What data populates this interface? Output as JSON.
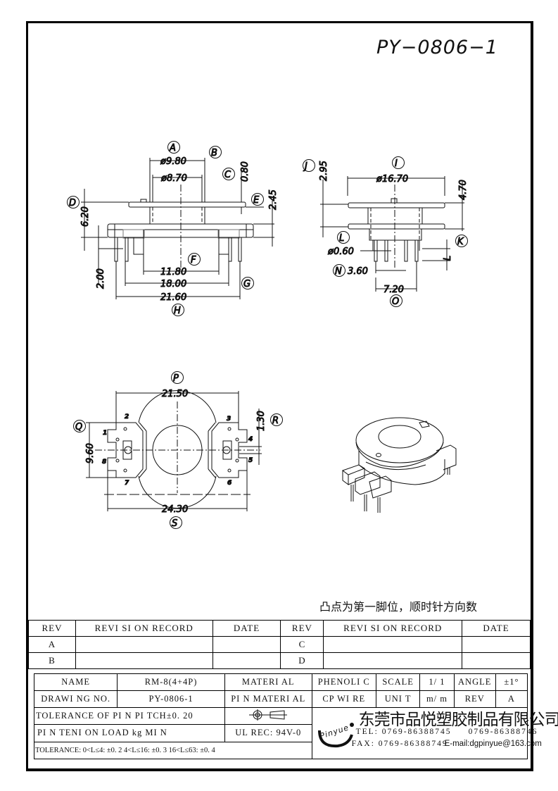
{
  "drawing_number_title": "PY−0806−1",
  "front_view": {
    "labels": {
      "A": "A",
      "B": "B",
      "C": "C",
      "D": "D",
      "E": "E",
      "F": "F",
      "G": "G",
      "H": "H"
    },
    "dims": {
      "A": "ø9.80",
      "B": "ø8.70",
      "C": "0.80",
      "D": "6.20",
      "E": "2.45",
      "F": "11.80",
      "G": "18.00",
      "H": "21.60",
      "pin_len": "2.00"
    }
  },
  "side_view": {
    "labels": {
      "I": "I",
      "J": "J",
      "K": "K",
      "L": "L",
      "N": "N",
      "O": "O",
      "Lvar": "L"
    },
    "dims": {
      "I": "ø16.70",
      "J": "2.95",
      "K": "4.70",
      "pin_dia": "ø0.60",
      "N": "3.60",
      "O": "7.20"
    }
  },
  "bottom_view": {
    "labels": {
      "P": "P",
      "Q": "Q",
      "R": "R",
      "S": "S"
    },
    "dims": {
      "P": "21.50",
      "Q": "9.60",
      "R": "1.30",
      "S": "24.30"
    },
    "pin_numbers": [
      "1",
      "2",
      "3",
      "4",
      "5",
      "6",
      "7",
      "8"
    ]
  },
  "note": "凸点为第一脚位，顺时针方向数",
  "revision_table": {
    "headers": [
      "REV",
      "REVI SI ON  RECORD",
      "DATE",
      "REV",
      "REVI SI ON  RECORD",
      "DATE"
    ],
    "rows": [
      {
        "rev1": "A",
        "record1": "",
        "date1": "",
        "rev2": "C",
        "record2": "",
        "date2": ""
      },
      {
        "rev1": "B",
        "record1": "",
        "date1": "",
        "rev2": "D",
        "record2": "",
        "date2": ""
      }
    ]
  },
  "title_block": {
    "name_label": "NAME",
    "name_value": "RM-8(4+4P)",
    "material_label": "MATERI AL",
    "material_value": "PHENOLI C",
    "scale_label": "SCALE",
    "scale_value": "1/ 1",
    "angle_label": "ANGLE",
    "angle_value": "±1°",
    "drawing_no_label": "DRAWI NG NO.",
    "drawing_no_value": "PY-0806-1",
    "pin_material_label": "PI N MATERI AL",
    "pin_material_value": "CP  WI RE",
    "unit_label": "UNI T",
    "unit_value": "m/ m",
    "rev_label": "REV",
    "rev_value": "A",
    "pin_pitch_tolerance": "TOLERANCE  OF  PI N PI TCH±0. 20",
    "pin_load": "PI N TENI ON LOAD        kg MI N",
    "ul_rec": "UL REC: 94V-0",
    "general_tolerance": "TOLERANCE: 0<L≤4: ±0. 2   4<L≤16: ±0. 3   16<L≤63: ±0. 4",
    "company_name": "东莞市品悦塑胶制品有限公司",
    "logo_text": "Pinyue",
    "tel": "TEL: 0769-86388745",
    "tel2": "0769-86388746",
    "fax": "FAX: 0769-86388749",
    "email": "E-mail:dgpinyue@163.com"
  }
}
